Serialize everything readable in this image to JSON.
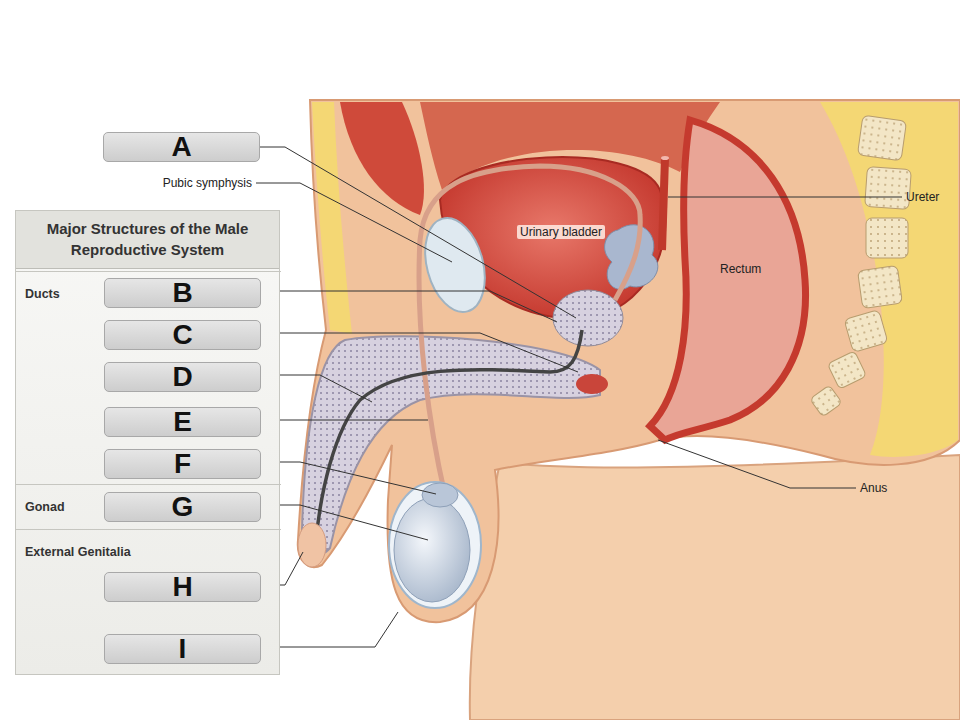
{
  "diagram": {
    "nodes": [
      {
        "text": [
          "A"
        ]
      },
      {
        "text": [
          "Major Structures of the Male Reproductive System"
        ]
      },
      {
        "text": [
          "Ducts"
        ],
        "in": 1
      },
      {
        "text": [
          "B"
        ],
        "in": 2
      },
      {
        "text": [
          "C"
        ],
        "in": 2
      },
      {
        "text": [
          "D"
        ],
        "in": 2
      },
      {
        "text": [
          "E"
        ],
        "in": 2
      },
      {
        "text": [
          "F"
        ],
        "in": 2
      },
      {
        "text": [
          "Gonad"
        ],
        "in": 1
      },
      {
        "text": [
          "G"
        ],
        "in": 8
      },
      {
        "text": [
          "External Genitalia"
        ],
        "in": 1
      },
      {
        "text": [
          "H"
        ],
        "in": 10
      },
      {
        "text": [
          "I"
        ],
        "in": 10
      }
    ],
    "labels": [
      "Pubic symphysis",
      "Urinary bladder",
      "Rectum",
      "Ureter",
      "Anus"
    ]
  }
}
